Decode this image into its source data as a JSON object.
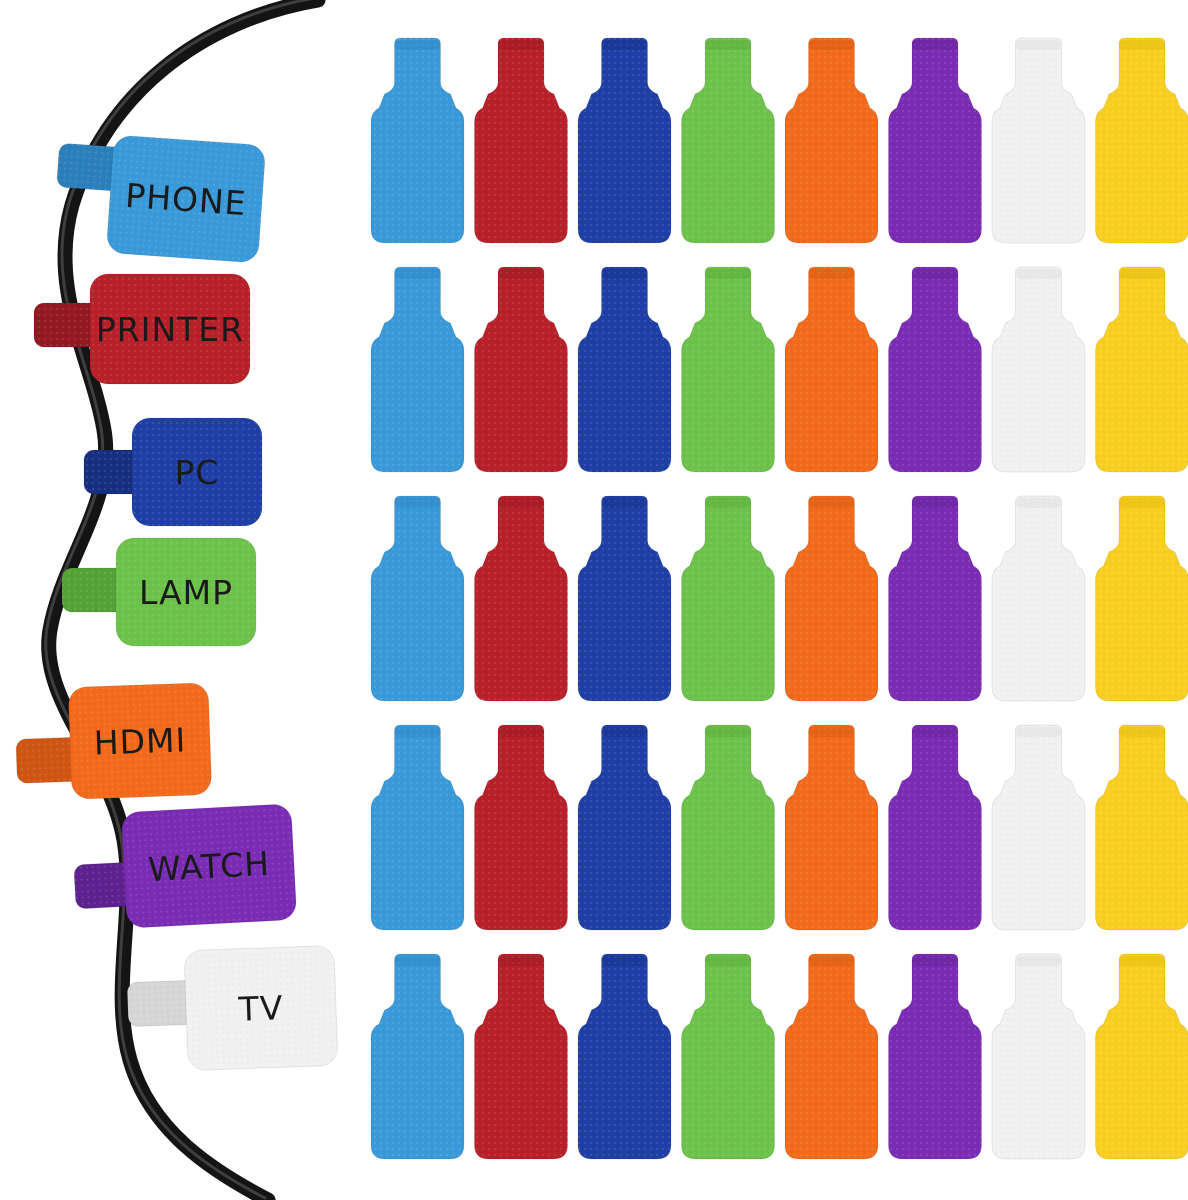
{
  "palette": [
    {
      "name": "light-blue",
      "fill": "#3a9ad9",
      "dark": "#2b7fba"
    },
    {
      "name": "red",
      "fill": "#b8202a",
      "dark": "#931821"
    },
    {
      "name": "blue",
      "fill": "#1f3fa6",
      "dark": "#172f80"
    },
    {
      "name": "green",
      "fill": "#6cc24a",
      "dark": "#55a236"
    },
    {
      "name": "orange",
      "fill": "#f26a1b",
      "dark": "#cf5512"
    },
    {
      "name": "purple",
      "fill": "#7a2cb4",
      "dark": "#5f2190"
    },
    {
      "name": "white",
      "fill": "#f1f1f1",
      "dark": "#d6d6d6"
    },
    {
      "name": "yellow",
      "fill": "#f8cf20",
      "dark": "#dcb20f"
    }
  ],
  "grid": {
    "rows": 5,
    "columns": 8
  },
  "labeled_ties": [
    {
      "label": "PHONE",
      "color_index": 0
    },
    {
      "label": "PRINTER",
      "color_index": 1
    },
    {
      "label": "PC",
      "color_index": 2
    },
    {
      "label": "LAMP",
      "color_index": 3
    },
    {
      "label": "HDMI",
      "color_index": 4
    },
    {
      "label": "WATCH",
      "color_index": 5
    },
    {
      "label": "TV",
      "color_index": 6
    }
  ],
  "cable": {
    "color": "#141414"
  }
}
